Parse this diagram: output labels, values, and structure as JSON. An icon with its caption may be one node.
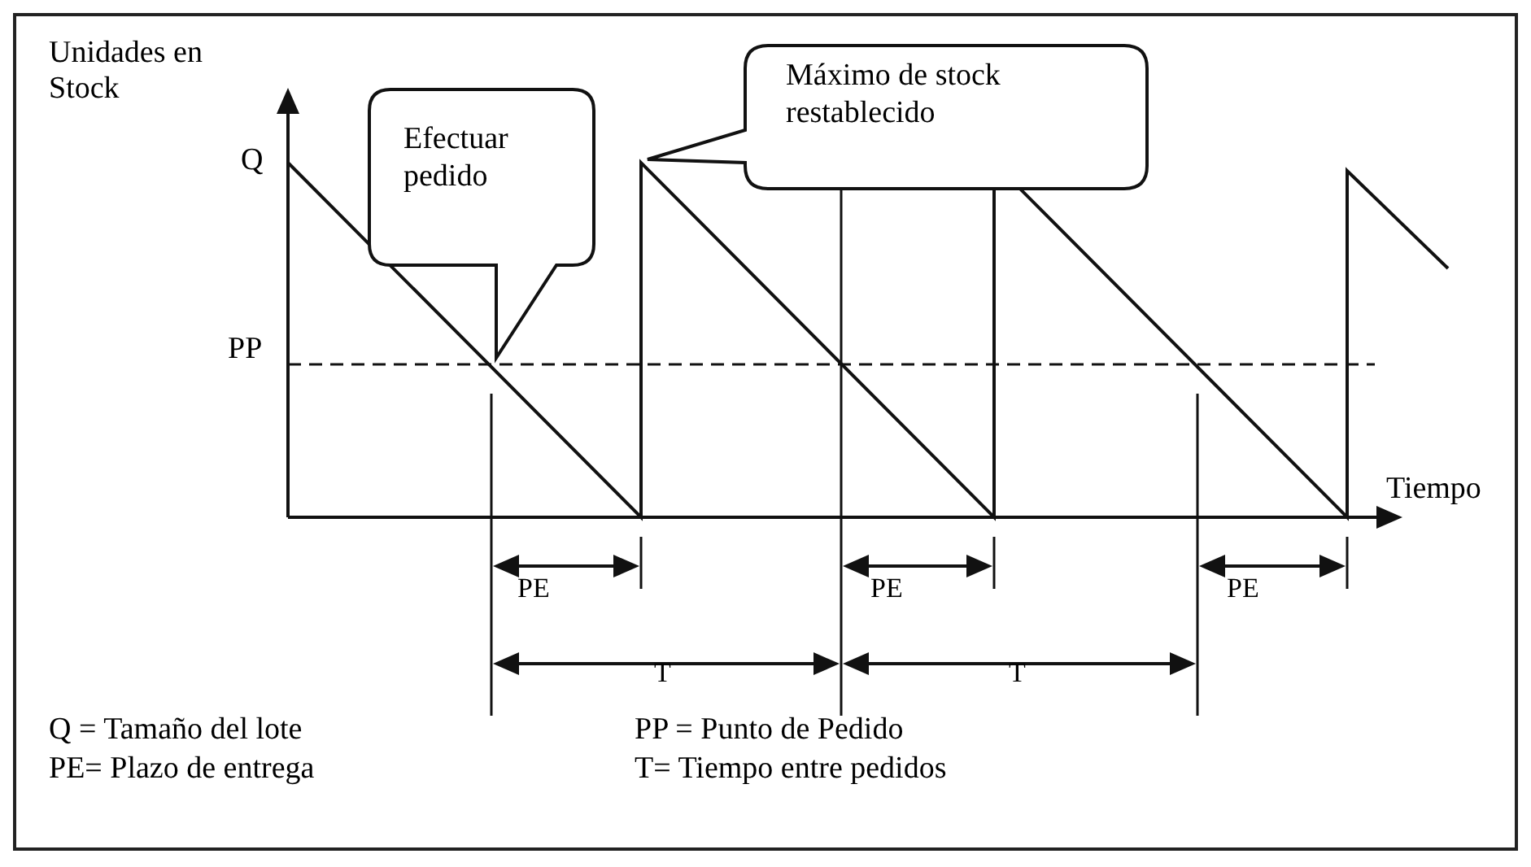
{
  "diagram": {
    "nodes": [
      {
        "text": [
          "Efectuar pedido"
        ]
      },
      {
        "text": [
          "Máximo de stock restablecido"
        ]
      }
    ],
    "edges": [],
    "labels": [
      "Unidades en Stock",
      "Q",
      "PP",
      "Tiempo",
      "PE",
      "PE",
      "PE",
      "T",
      "T",
      "Q = Tamaño del lote",
      "PP = Punto de Pedido",
      "PE= Plazo de entrega",
      "T= Tiempo entre pedidos"
    ]
  }
}
